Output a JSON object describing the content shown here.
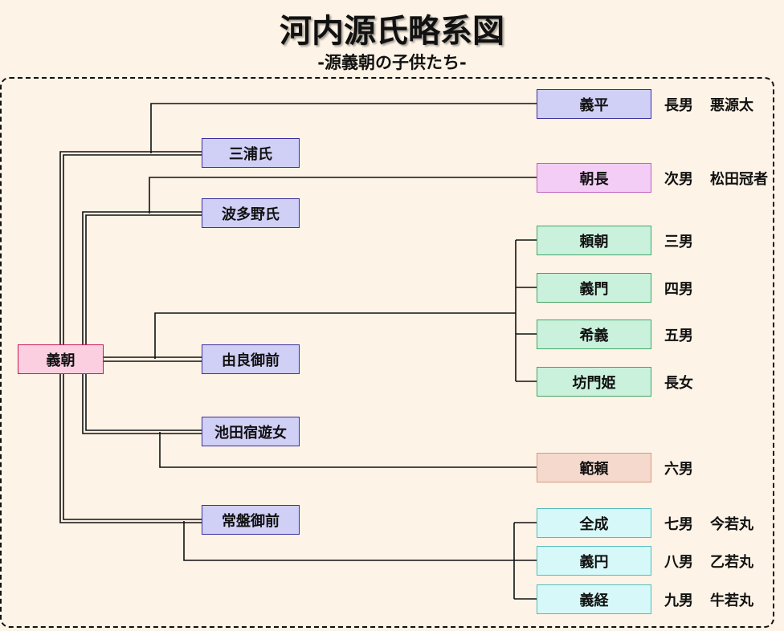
{
  "title": "河内源氏略系図",
  "subtitle": "-源義朝の子供たち-",
  "root": {
    "name": "義朝"
  },
  "wives": [
    {
      "name": "三浦氏"
    },
    {
      "name": "波多野氏"
    },
    {
      "name": "由良御前"
    },
    {
      "name": "池田宿遊女"
    },
    {
      "name": "常盤御前"
    }
  ],
  "children": [
    {
      "name": "義平",
      "order": "長男",
      "alias": "悪源太"
    },
    {
      "name": "朝長",
      "order": "次男",
      "alias": "松田冠者"
    },
    {
      "name": "頼朝",
      "order": "三男",
      "alias": ""
    },
    {
      "name": "義門",
      "order": "四男",
      "alias": ""
    },
    {
      "name": "希義",
      "order": "五男",
      "alias": ""
    },
    {
      "name": "坊門姫",
      "order": "長女",
      "alias": ""
    },
    {
      "name": "範頼",
      "order": "六男",
      "alias": ""
    },
    {
      "name": "全成",
      "order": "七男",
      "alias": "今若丸"
    },
    {
      "name": "義円",
      "order": "八男",
      "alias": "乙若丸"
    },
    {
      "name": "義経",
      "order": "九男",
      "alias": "牛若丸"
    }
  ],
  "colors": {
    "background": "#fdf3e6",
    "root": "#fbcfe0",
    "wife": "#d0cff6",
    "child_miura": "#d0cff6",
    "child_hatano": "#f4cdf7",
    "child_yura": "#c9f1dc",
    "child_ikeda": "#f5d9cd",
    "child_tokiwa": "#d6f8f8"
  }
}
